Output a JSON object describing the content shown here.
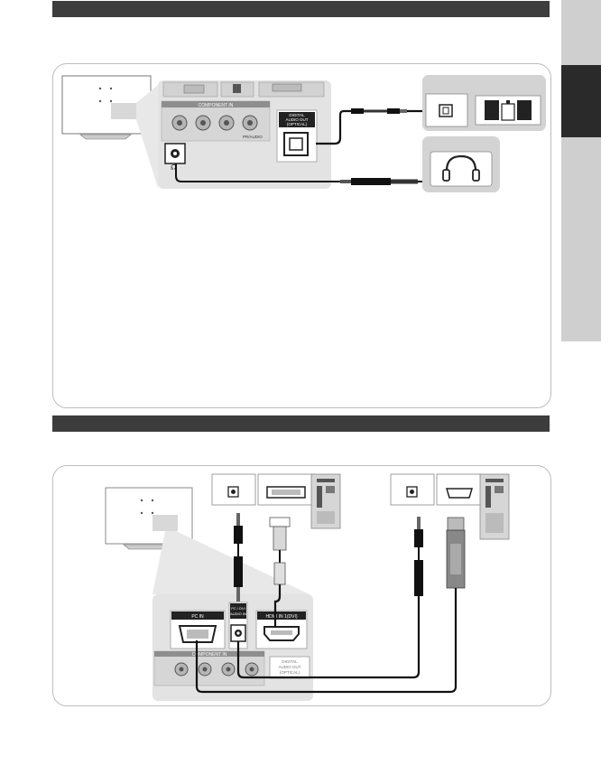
{
  "colors": {
    "header_bar": "#3d3d3d",
    "side_tab_light": "#cfcfcf",
    "side_tab_dark": "#2a2a2a",
    "panel_grey": "#e3e3e3",
    "cable": "#111111"
  },
  "audio_diagram": {
    "component_label": "COMPONENT IN",
    "pr_label": "PR/AUDIO",
    "optical_label_1": "DIGITAL",
    "optical_label_2": "AUDIO OUT",
    "optical_label_3": "(OPTICAL)"
  },
  "pc_diagram": {
    "pc_in_label": "PC IN",
    "pc_audio_label_1": "PC / DVI",
    "pc_audio_label_2": "AUDIO IN",
    "hdmi_label": "HDMI IN 1(DVI)",
    "component_label": "COMPONENT IN",
    "optical_label_1": "DIGITAL",
    "optical_label_2": "AUDIO OUT",
    "optical_label_3": "(OPTICAL)"
  },
  "icons": [
    "headphones-icon",
    "optical-port-icon",
    "speaker-icon",
    "pc-tower-icon",
    "tv-icon"
  ]
}
